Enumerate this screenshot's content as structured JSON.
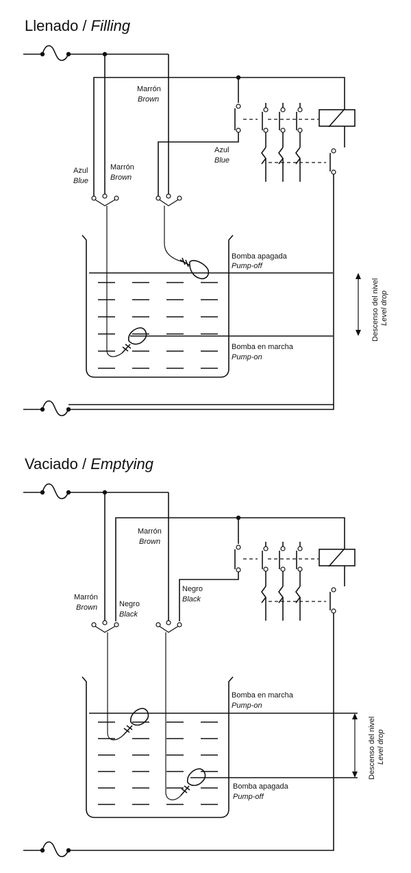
{
  "filling": {
    "title_es": "Llenado",
    "separator": " / ",
    "title_en": "Filling",
    "brown_top_es": "Marrón",
    "brown_top_en": "Brown",
    "blue_right_es": "Azul",
    "blue_right_en": "Blue",
    "blue_left_es": "Azul",
    "blue_left_en": "Blue",
    "brown_left_es": "Marrón",
    "brown_left_en": "Brown",
    "pump_off_es": "Bomba apagada",
    "pump_off_en": "Pump-off",
    "pump_on_es": "Bomba en marcha",
    "pump_on_en": "Pump-on",
    "level_es": "Descenso del nivel",
    "level_en": "Level drop"
  },
  "emptying": {
    "title_es": "Vaciado",
    "separator": " / ",
    "title_en": "Emptying",
    "brown_top_es": "Marrón",
    "brown_top_en": "Brown",
    "brown_left_es": "Marrón",
    "brown_left_en": "Brown",
    "black_mid_es": "Negro",
    "black_mid_en": "Black",
    "black_right_es": "Negro",
    "black_right_en": "Black",
    "pump_on_es": "Bomba en marcha",
    "pump_on_en": "Pump-on",
    "pump_off_es": "Bomba apagada",
    "pump_off_en": "Pump-off",
    "level_es": "Descenso del nivel",
    "level_en": "Level drop"
  }
}
